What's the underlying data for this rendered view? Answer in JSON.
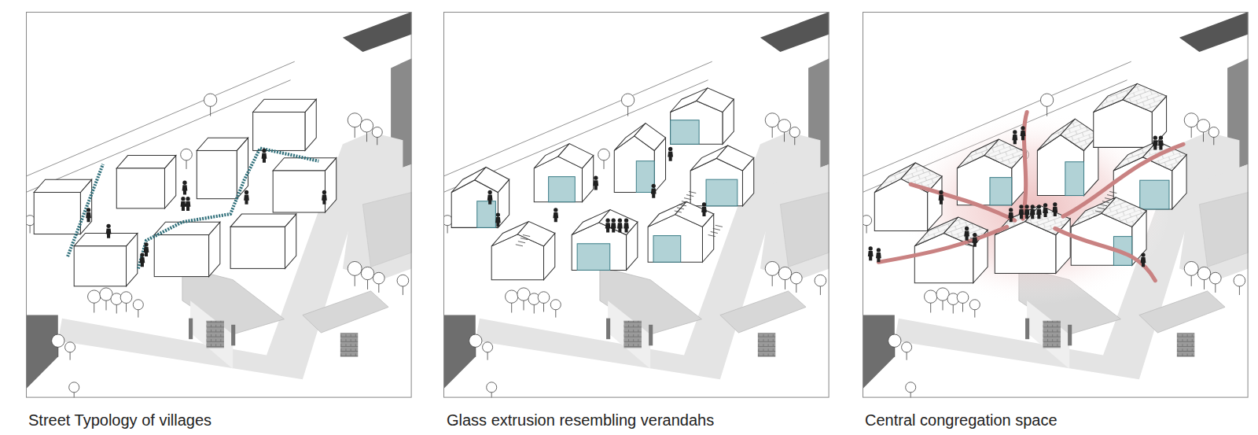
{
  "diagram": {
    "labels": [
      "Street Typology of villages",
      "Glass extrusion resembling verandahs",
      "Central congregation space"
    ]
  }
}
